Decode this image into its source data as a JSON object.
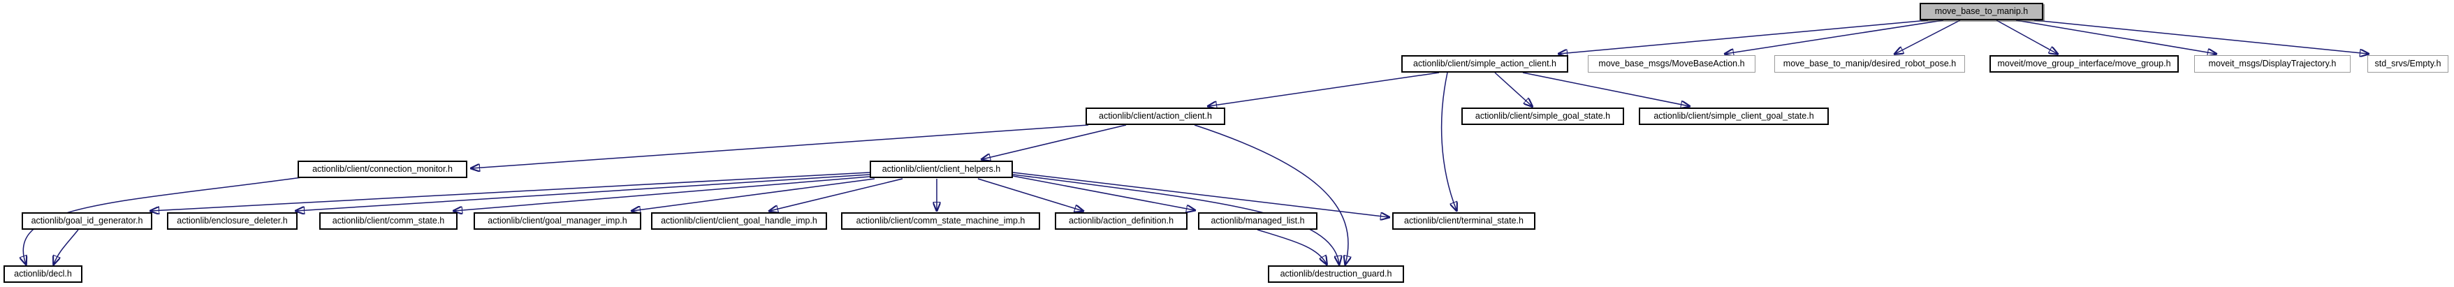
{
  "diagram": {
    "type": "include-dependency-graph",
    "title": "move_base_to_manip.h include dependency graph",
    "colors": {
      "background": "#ffffff",
      "edge": "#191970",
      "node_fill": "#ffffff",
      "node_border": "#000000",
      "external_node_border": "#9a9a9a",
      "root_node_fill": "#b9b9b9",
      "text": "#000000"
    },
    "nodes": [
      {
        "id": "move_base_to_manip",
        "label": "move_base_to_manip.h",
        "kind": "root"
      },
      {
        "id": "simple_action_client",
        "label": "actionlib/client/simple_action_client.h",
        "kind": "internal"
      },
      {
        "id": "move_base_action",
        "label": "move_base_msgs/MoveBaseAction.h",
        "kind": "external"
      },
      {
        "id": "desired_robot_pose",
        "label": "move_base_to_manip/desired_robot_pose.h",
        "kind": "external"
      },
      {
        "id": "move_group",
        "label": "moveit/move_group_interface/move_group.h",
        "kind": "internal"
      },
      {
        "id": "display_trajectory",
        "label": "moveit_msgs/DisplayTrajectory.h",
        "kind": "external"
      },
      {
        "id": "std_srvs_empty",
        "label": "std_srvs/Empty.h",
        "kind": "external"
      },
      {
        "id": "action_client",
        "label": "actionlib/client/action_client.h",
        "kind": "internal"
      },
      {
        "id": "simple_goal_state",
        "label": "actionlib/client/simple_goal_state.h",
        "kind": "internal"
      },
      {
        "id": "simple_client_goal_state",
        "label": "actionlib/client/simple_client_goal_state.h",
        "kind": "internal"
      },
      {
        "id": "connection_monitor",
        "label": "actionlib/client/connection_monitor.h",
        "kind": "internal"
      },
      {
        "id": "client_helpers",
        "label": "actionlib/client/client_helpers.h",
        "kind": "internal"
      },
      {
        "id": "goal_id_generator",
        "label": "actionlib/goal_id_generator.h",
        "kind": "internal"
      },
      {
        "id": "enclosure_deleter",
        "label": "actionlib/enclosure_deleter.h",
        "kind": "internal"
      },
      {
        "id": "comm_state",
        "label": "actionlib/client/comm_state.h",
        "kind": "internal"
      },
      {
        "id": "goal_manager_imp",
        "label": "actionlib/client/goal_manager_imp.h",
        "kind": "internal"
      },
      {
        "id": "client_goal_handle_imp",
        "label": "actionlib/client/client_goal_handle_imp.h",
        "kind": "internal"
      },
      {
        "id": "comm_state_machine_imp",
        "label": "actionlib/client/comm_state_machine_imp.h",
        "kind": "internal"
      },
      {
        "id": "action_definition",
        "label": "actionlib/action_definition.h",
        "kind": "internal"
      },
      {
        "id": "managed_list",
        "label": "actionlib/managed_list.h",
        "kind": "internal"
      },
      {
        "id": "terminal_state",
        "label": "actionlib/client/terminal_state.h",
        "kind": "internal"
      },
      {
        "id": "decl",
        "label": "actionlib/decl.h",
        "kind": "internal"
      },
      {
        "id": "destruction_guard",
        "label": "actionlib/destruction_guard.h",
        "kind": "internal"
      }
    ],
    "edges": [
      {
        "from": "move_base_to_manip",
        "to": "simple_action_client"
      },
      {
        "from": "move_base_to_manip",
        "to": "move_base_action"
      },
      {
        "from": "move_base_to_manip",
        "to": "desired_robot_pose"
      },
      {
        "from": "move_base_to_manip",
        "to": "move_group"
      },
      {
        "from": "move_base_to_manip",
        "to": "display_trajectory"
      },
      {
        "from": "move_base_to_manip",
        "to": "std_srvs_empty"
      },
      {
        "from": "simple_action_client",
        "to": "action_client"
      },
      {
        "from": "simple_action_client",
        "to": "simple_goal_state"
      },
      {
        "from": "simple_action_client",
        "to": "simple_client_goal_state"
      },
      {
        "from": "simple_action_client",
        "to": "terminal_state"
      },
      {
        "from": "action_client",
        "to": "connection_monitor"
      },
      {
        "from": "action_client",
        "to": "client_helpers"
      },
      {
        "from": "action_client",
        "to": "destruction_guard"
      },
      {
        "from": "client_helpers",
        "to": "goal_id_generator"
      },
      {
        "from": "client_helpers",
        "to": "enclosure_deleter"
      },
      {
        "from": "client_helpers",
        "to": "comm_state"
      },
      {
        "from": "client_helpers",
        "to": "goal_manager_imp"
      },
      {
        "from": "client_helpers",
        "to": "client_goal_handle_imp"
      },
      {
        "from": "client_helpers",
        "to": "comm_state_machine_imp"
      },
      {
        "from": "client_helpers",
        "to": "action_definition"
      },
      {
        "from": "client_helpers",
        "to": "managed_list"
      },
      {
        "from": "client_helpers",
        "to": "terminal_state"
      },
      {
        "from": "client_helpers",
        "to": "destruction_guard"
      },
      {
        "from": "connection_monitor",
        "to": "decl"
      },
      {
        "from": "goal_id_generator",
        "to": "decl"
      },
      {
        "from": "managed_list",
        "to": "destruction_guard"
      }
    ]
  }
}
